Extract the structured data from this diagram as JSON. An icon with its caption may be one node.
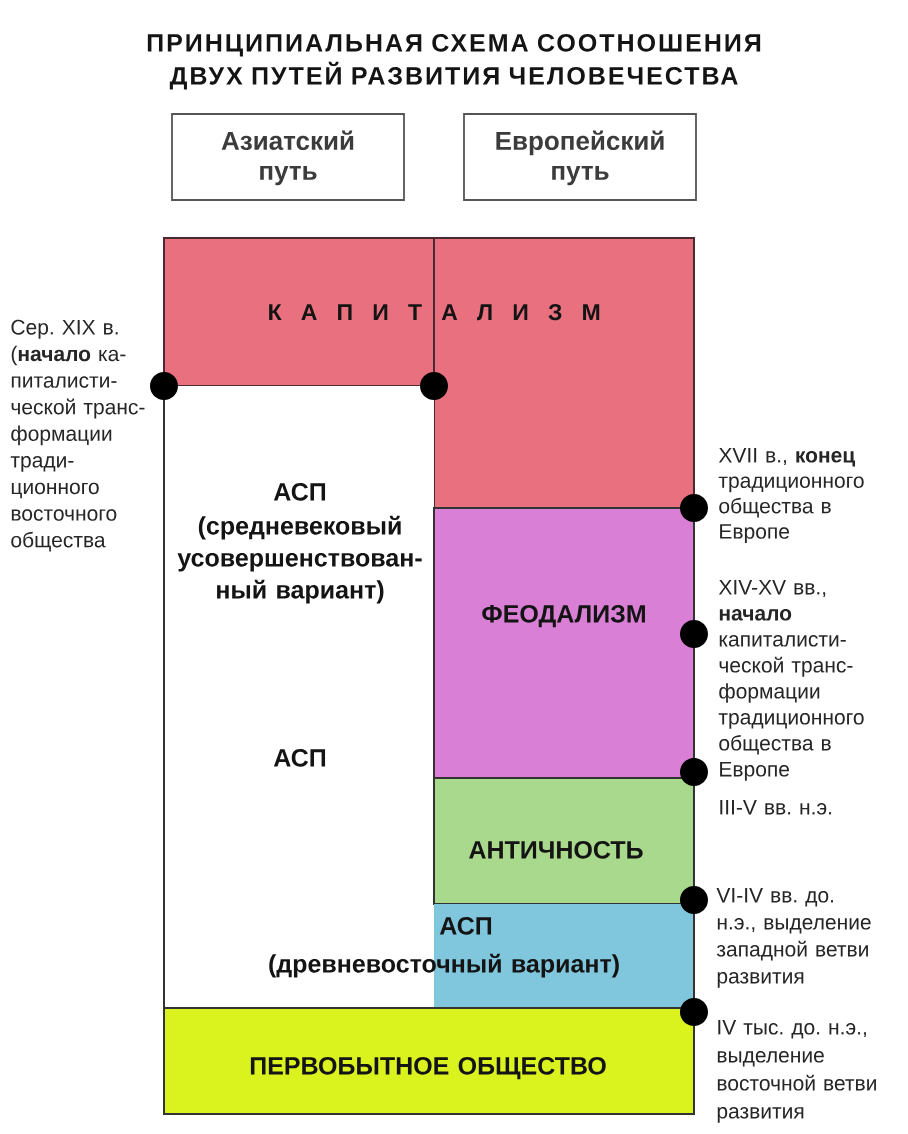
{
  "diagram": {
    "title": "ПРИНЦИПИАЛЬНАЯ СХЕМА СООТНОШЕНИЯ ДВУХ ПУТЕЙ РАЗВИТИЯ ЧЕЛОВЕЧЕСТВА",
    "nodes": [
      {
        "text": [
          "Азиатский путь"
        ]
      },
      {
        "text": [
          "Европейский путь"
        ]
      },
      {
        "text": [
          "К А П И Т А Л И З М"
        ]
      },
      {
        "text": [
          "АСП",
          "(средневековый усовершенствован-ный вариант)",
          "АСП"
        ]
      },
      {
        "text": [
          "ФЕОДАЛИЗМ"
        ]
      },
      {
        "text": [
          "АНТИЧНОСТЬ"
        ]
      },
      {
        "text": [
          "АСП",
          "(древневосточный вариант)"
        ]
      },
      {
        "text": [
          "ПЕРВОБЫТНОЕ ОБЩЕСТВО"
        ]
      }
    ],
    "labels": [
      "Сер. XIX в. (**начало** ка-питалисти-ческой транс-формации тради-ционного восточного общества",
      "XVII в., **конец** традиционного общества в Европе",
      "XIV-XV вв., **начало** капиталисти-ческой транс-формации традиционного общества в Европе",
      "III-V вв. н.э.",
      "VI-IV вв. до. н.э., выделение западной ветви развития",
      "IV тыс. до. н.э., выделение восточной ветви развития"
    ]
  }
}
